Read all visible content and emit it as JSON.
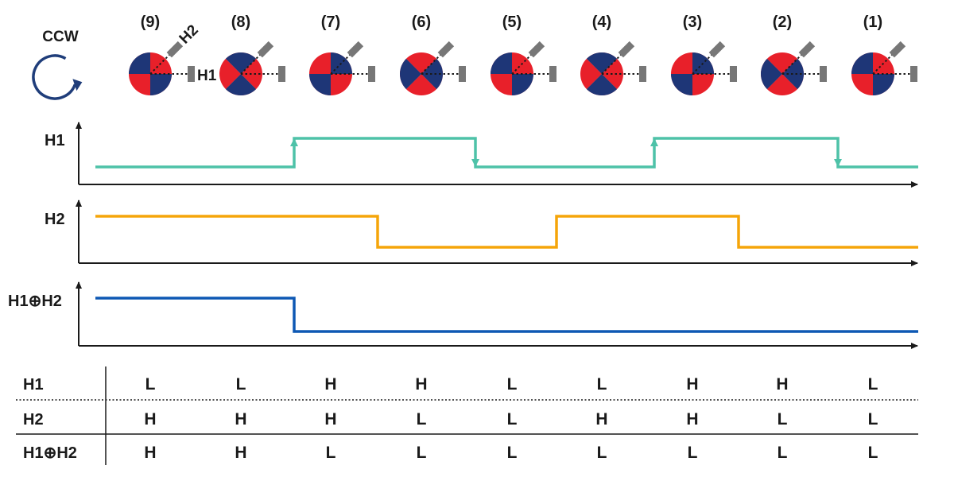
{
  "rotation": {
    "direction_label": "CCW",
    "arrow_color": "#1f3d7a"
  },
  "steps": {
    "labels": [
      "(9)",
      "(8)",
      "(7)",
      "(6)",
      "(5)",
      "(4)",
      "(3)",
      "(2)",
      "(1)"
    ],
    "rotor_rotation_deg": [
      0,
      45,
      90,
      135,
      180,
      225,
      270,
      315,
      0
    ]
  },
  "sensors": {
    "h1_label": "H1",
    "h2_label": "H2",
    "sensor_color": "#777777"
  },
  "rotor_colors": {
    "red": "#e8202a",
    "blue": "#1e3677"
  },
  "signals": [
    {
      "name": "H1",
      "color": "#4ec2a8",
      "levels": [
        "L",
        "L",
        "H",
        "H",
        "L",
        "L",
        "H",
        "H",
        "L"
      ],
      "arrows": true
    },
    {
      "name": "H2",
      "color": "#f5a50a",
      "levels": [
        "H",
        "H",
        "H",
        "L",
        "L",
        "H",
        "H",
        "L",
        "L"
      ],
      "arrows": false
    },
    {
      "name": "H1⊕H2",
      "color": "#0e58b4",
      "levels": [
        "H",
        "H",
        "L",
        "L",
        "L",
        "L",
        "L",
        "L",
        "L"
      ],
      "arrows": false
    }
  ],
  "table": {
    "rows": [
      {
        "label": "H1",
        "values": [
          "L",
          "L",
          "H",
          "H",
          "L",
          "L",
          "H",
          "H",
          "L"
        ]
      },
      {
        "label": "H2",
        "values": [
          "H",
          "H",
          "H",
          "L",
          "L",
          "H",
          "H",
          "L",
          "L"
        ]
      },
      {
        "label": "H1⊕H2",
        "values": [
          "H",
          "H",
          "L",
          "L",
          "L",
          "L",
          "L",
          "L",
          "L"
        ]
      }
    ]
  }
}
